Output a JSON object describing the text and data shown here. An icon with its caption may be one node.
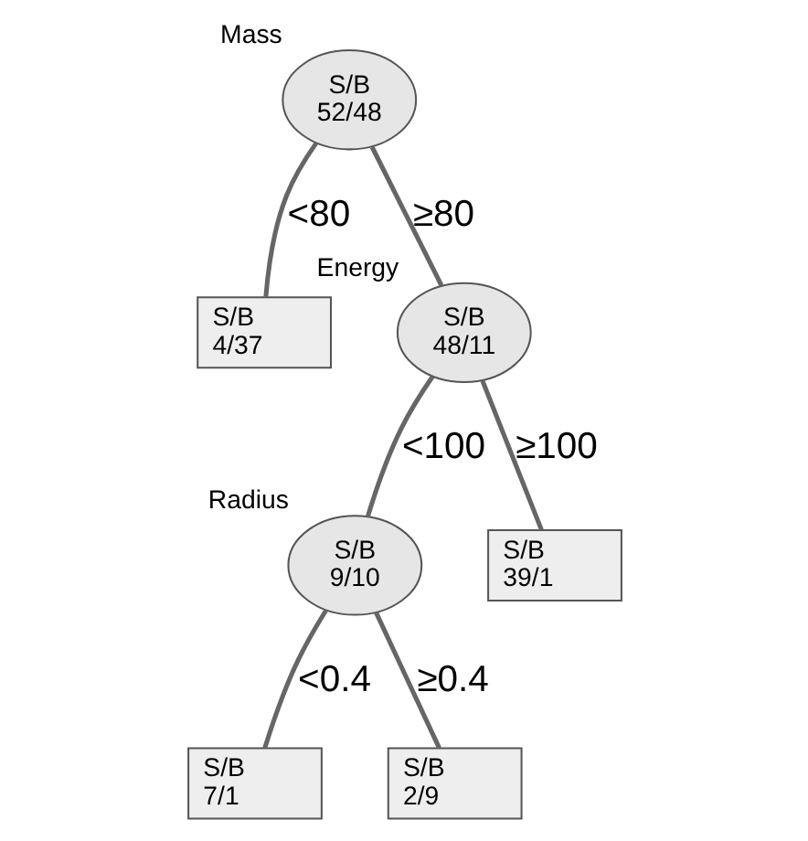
{
  "diagram": {
    "nodes": [
      {
        "text": [
          "S/B",
          "52/48"
        ],
        "beside": [
          "Mass"
        ]
      },
      {
        "text": [
          "S/B",
          "4/37"
        ]
      },
      {
        "text": [
          "S/B",
          "48/11"
        ],
        "beside": [
          "Energy"
        ]
      },
      {
        "text": [
          "S/B",
          "9/10"
        ],
        "beside": [
          "Radius"
        ]
      },
      {
        "text": [
          "S/B",
          "39/1"
        ]
      },
      {
        "text": [
          "S/B",
          "7/1"
        ]
      },
      {
        "text": [
          "S/B",
          "2/9"
        ]
      }
    ],
    "edges": [
      {
        "from": 0,
        "to": 1,
        "arrow": "none",
        "label": "<80"
      },
      {
        "from": 0,
        "to": 2,
        "arrow": "none",
        "label": "≥80"
      },
      {
        "from": 2,
        "to": 3,
        "arrow": "none",
        "label": "<100"
      },
      {
        "from": 2,
        "to": 4,
        "arrow": "none",
        "label": "≥100"
      },
      {
        "from": 3,
        "to": 5,
        "arrow": "none",
        "label": "<0.4"
      },
      {
        "from": 3,
        "to": 6,
        "arrow": "none",
        "label": "≥0.4"
      }
    ]
  }
}
